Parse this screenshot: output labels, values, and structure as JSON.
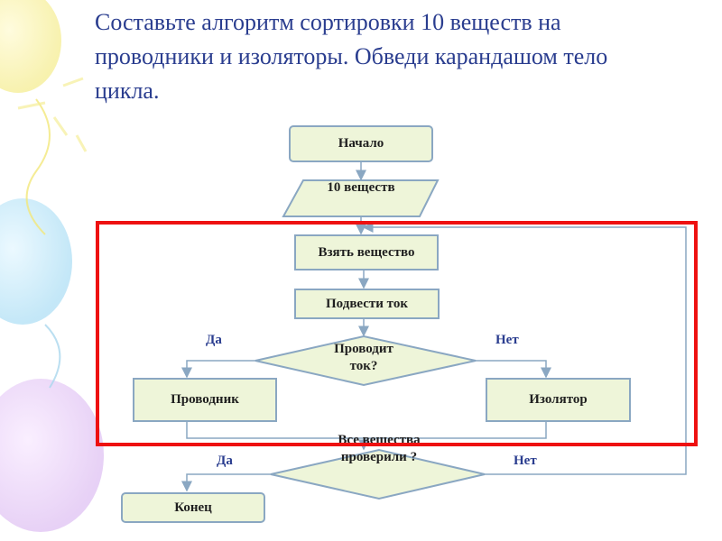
{
  "title": "Составьте алгоритм сортировки 10 веществ на проводники и изоляторы. Обведи карандашом тело цикла.",
  "flowchart": {
    "start": "Начало",
    "input": "10 веществ",
    "take": "Взять вещество",
    "apply_current": "Подвести ток",
    "decision_conducts": "Проводит ток?",
    "conductor": "Проводник",
    "insulator": "Изолятор",
    "decision_all_checked": "Все вещества проверили ?",
    "end": "Конец",
    "yes_label_1": "Да",
    "no_label_1": "Нет",
    "yes_label_2": "Да",
    "no_label_2": "Нет"
  },
  "colors": {
    "title": "#2a3d8f",
    "box_fill": "#eef5d9",
    "box_border": "#8aa7c2",
    "highlight": "#ee1111"
  }
}
